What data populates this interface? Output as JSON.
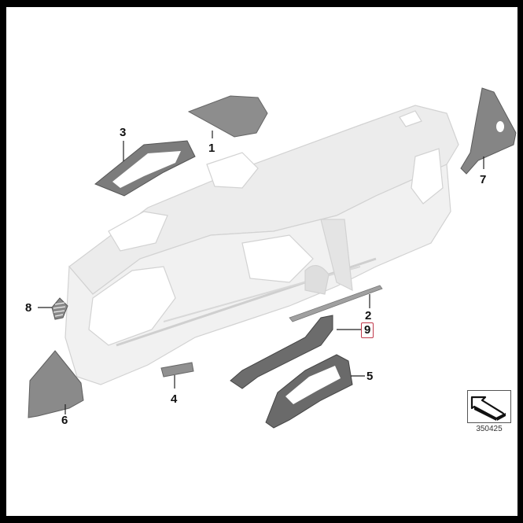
{
  "diagram": {
    "title": "Dashboard trim parts exploded view",
    "callouts": [
      {
        "id": "1",
        "label": "1",
        "part": "top-trim-cover"
      },
      {
        "id": "2",
        "label": "2",
        "part": "trim-strip"
      },
      {
        "id": "3",
        "label": "3",
        "part": "display-frame"
      },
      {
        "id": "4",
        "label": "4",
        "part": "small-trim-panel"
      },
      {
        "id": "5",
        "label": "5",
        "part": "lower-trim-bezel"
      },
      {
        "id": "6",
        "label": "6",
        "part": "left-side-end-cap"
      },
      {
        "id": "7",
        "label": "7",
        "part": "right-side-end-cap"
      },
      {
        "id": "8",
        "label": "8",
        "part": "air-vent-grille"
      },
      {
        "id": "9",
        "label": "9",
        "part": "center-trim-bracket",
        "highlighted": true
      }
    ],
    "highlight_color": "#c0394b",
    "reference": {
      "icon": "arrow-view-direction-icon",
      "number": "350425"
    }
  }
}
